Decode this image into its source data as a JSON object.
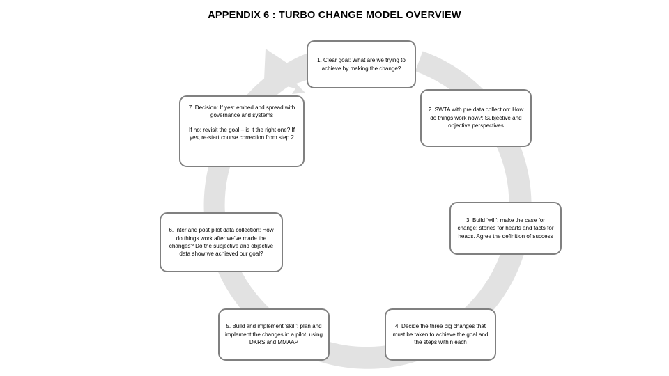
{
  "slide": {
    "title": "APPENDIX 6 : TURBO CHANGE MODEL OVERVIEW",
    "background_color": "#FFFFFF"
  },
  "diagram": {
    "type": "cycle",
    "direction": "clockwise",
    "ring_color": "#E2E2E2",
    "node_border_color": "#808080",
    "node_fill_color": "#FFFFFF",
    "node_count": 7,
    "nodes": [
      {
        "number": "1",
        "name": "clear-goal",
        "text": "1. Clear goal: What are we trying to achieve by making the change?"
      },
      {
        "number": "2",
        "name": "swta-pre-data-collection",
        "text": "2. SWTA with pre data collection: How do things work now?: Subjective and objective perspectives"
      },
      {
        "number": "3",
        "name": "build-will",
        "text": "3. Build ‘will’: make the case for change: stories for hearts and facts for heads. Agree the definition of success"
      },
      {
        "number": "4",
        "name": "decide-three-big-changes",
        "text": "4. Decide the three big changes that must be taken to achieve the goal and the steps within each"
      },
      {
        "number": "5",
        "name": "build-implement-skill",
        "text": "5.  Build and implement ‘skill’: plan and implement the changes in a pilot, using DKRS and MMAAP"
      },
      {
        "number": "6",
        "name": "inter-post-pilot-data-collection",
        "text": "6. Inter and post pilot data collection: How do things work after we’ve made the changes? Do the subjective and objective data show  we achieved our goal?"
      },
      {
        "number": "7",
        "name": "decision",
        "text_yes": "7. Decision: If yes: embed  and spread with governance and systems",
        "text_no": "If no: revisit the goal – is it the right one? If yes, re-start course correction from step 2"
      }
    ]
  }
}
